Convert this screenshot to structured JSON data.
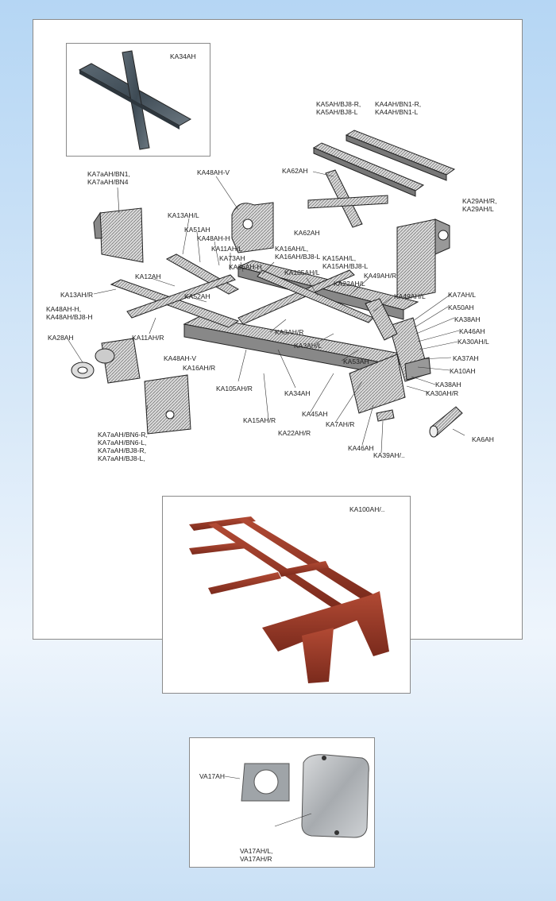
{
  "panels": {
    "inset_top": {
      "label": "KA34AH"
    },
    "inset_frame": {
      "label": "KA100AH/.."
    },
    "inset_bottom": {
      "label_plate": "VA17AH",
      "label_cover": "VA17AH/L,\nVA17AH/R"
    }
  },
  "parts": {
    "ka5ah": "KA5AH/BJ8-R,\nKA5AH/BJ8-L",
    "ka4ah": "KA4AH/BN1-R,\nKA4AH/BN1-L",
    "ka62ah_top": "KA62AH",
    "ka62ah_bottom": "KA62AH",
    "ka48ah_v_top": "KA48AH-V",
    "ka7aah_bn1": "KA7aAH/BN1,\nKA7aAH/BN4",
    "ka29ah": "KA29AH/R,\nKA29AH/L",
    "ka13ah_l": "KA13AH/L",
    "ka51ah": "KA51AH",
    "ka48ah_h": "KA48AH-H",
    "ka11ah_l": "KA11AH/L",
    "ka73ah": "KA73AH",
    "ka36ah_h": "KA36AH-H",
    "ka16ah_l": "KA16AH/L,\nKA16AH/BJ8-L",
    "ka15ah_l": "KA15AH/L,\nKA15AH/BJ8-L",
    "ka105ah_l": "KA105AH/L",
    "ka12ah": "KA12AH",
    "ka22ah_l": "KA22AH/L",
    "ka49ah_r": "KA49AH/R",
    "ka13ah_r": "KA13AH/R",
    "ka52ah": "KA52AH",
    "ka49ah_l": "KA49AH/L",
    "ka7ah_l": "KA7AH/L",
    "ka48ah_h2": "KA48AH-H,\nKA48AH/BJ8-H",
    "ka50ah": "KA50AH",
    "ka38ah_top": "KA38AH",
    "ka28ah": "KA28AH",
    "ka11ah_r": "KA11AH/R",
    "ka3ah_r": "KA3AH/R",
    "ka46ah_top": "KA46AH",
    "ka30ah_l": "KA30AH/L",
    "ka3ah_l": "KA3AH/L",
    "ka48ah_v": "KA48AH-V",
    "ka37ah": "KA37AH",
    "ka53ah": "KA53AH",
    "ka16ah_r": "KA16AH/R",
    "ka10ah": "KA10AH",
    "ka38ah_bottom": "KA38AH",
    "ka105ah_r": "KA105AH/R",
    "ka34ah": "KA34AH",
    "ka30ah_r": "KA30AH/R",
    "ka7aah_bn6": "KA7aAH/BN6-R,\nKA7aAH/BN6-L,\nKA7aAH/BJ8-R,\nKA7aAH/BJ8-L,",
    "ka15ah_r": "KA15AH/R",
    "ka45ah": "KA45AH",
    "ka7ah_r": "KA7AH/R",
    "ka22ah_r": "KA22AH/R",
    "ka6ah": "KA6AH",
    "ka46ah_bottom": "KA46AH",
    "ka39ah": "KA39AH/.."
  }
}
